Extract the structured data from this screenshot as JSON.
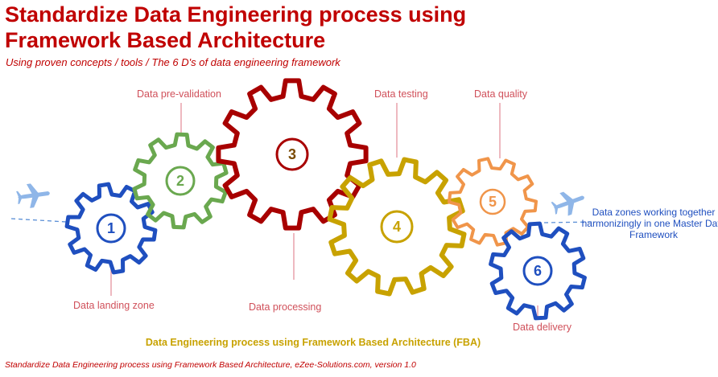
{
  "title_line1": "Standardize Data Engineering process using",
  "title_line2": "Framework Based Architecture",
  "subtitle": "Using proven concepts / tools / The 6 D's of data engineering framework",
  "gears": [
    {
      "number": "1",
      "label": "Data landing zone",
      "color": "#1f4fbf"
    },
    {
      "number": "2",
      "label": "Data pre-validation",
      "color": "#6aa84f"
    },
    {
      "number": "3",
      "label": "Data processing",
      "color": "#a80000"
    },
    {
      "number": "4",
      "label": "Data testing",
      "color": "#c8a200"
    },
    {
      "number": "5",
      "label": "Data quality",
      "color": "#f0954a"
    },
    {
      "number": "6",
      "label": "Data delivery",
      "color": "#1f4fbf"
    }
  ],
  "zones_note": "Data zones working together harmonizingly in one Master Data Framework",
  "fba_caption": "Data Engineering process using Framework Based Architecture (FBA)",
  "footer": "Standardize Data Engineering process using Framework Based Architecture, eZee-Solutions.com, version 1.0",
  "icons": [
    "airplane-icon",
    "airplane-icon"
  ],
  "colors": {
    "title": "#c00000",
    "label": "#d0505a",
    "note": "#1f4fbf",
    "caption": "#c8a200",
    "plane": "#8fb6e8"
  }
}
